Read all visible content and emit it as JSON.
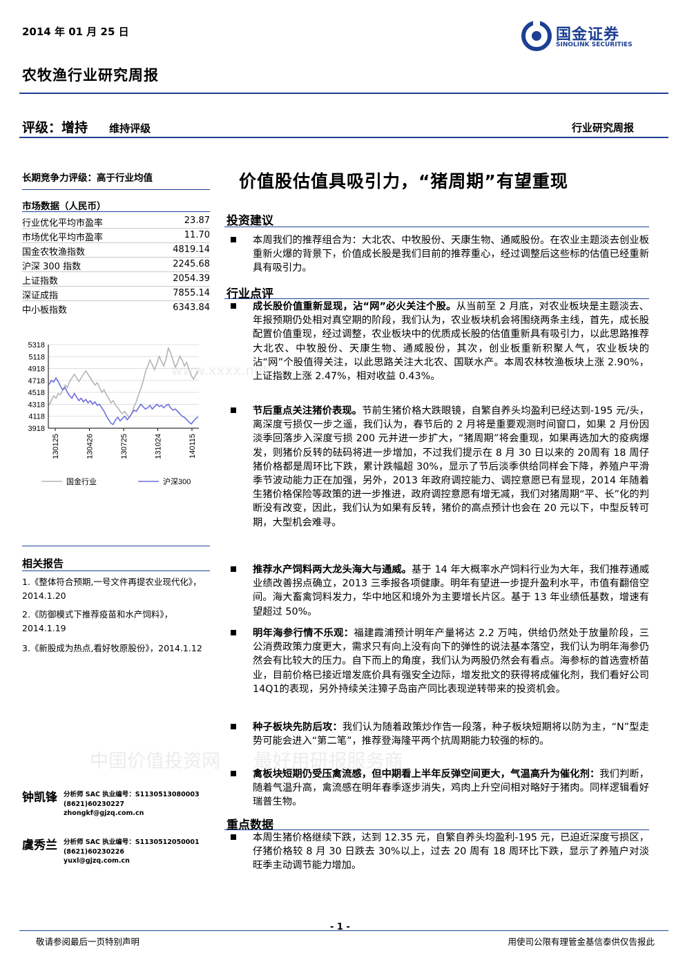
{
  "header": {
    "date": "2014 年 01 月 25 日",
    "report_title": "农牧渔行业研究周报",
    "logo_cn": "国金证券",
    "logo_en": "SINOLINK SECURITIES",
    "rating_label": "评级：",
    "rating_value": "增持",
    "rating_note": "维持评级",
    "report_type": "行业研究周报"
  },
  "sidebar": {
    "long_term_rating": "长期竞争力评级：高于行业均值",
    "market_title": "市场数据（人民币）",
    "market_rows": [
      {
        "label": "行业优化平均市盈率",
        "value": "23.87"
      },
      {
        "label": "市场优化平均市盈率",
        "value": "11.70"
      },
      {
        "label": "国金农牧渔指数",
        "value": "4819.14"
      },
      {
        "label": "沪深 300 指数",
        "value": "2245.68"
      },
      {
        "label": "上证指数",
        "value": "2054.39"
      },
      {
        "label": "深证成指",
        "value": "7855.14"
      },
      {
        "label": "中小板指数",
        "value": "6343.84"
      }
    ],
    "related_title": "相关报告",
    "related_reports": [
      "1.《整体符合预期,一号文件再提农业现代化》，2014.1.20",
      "2.《防御模式下推荐疫苗和水产饲料》，2014.1.19",
      "3.《新股成为热点,看好牧原股份》，2014.1.12"
    ],
    "analysts": [
      {
        "name": "钟凯锋",
        "role": "分析师 SAC 执业编号：S1130513080003",
        "phone": "(8621)60230227",
        "email": "zhongkf@gjzq.com.cn"
      },
      {
        "name": "虞秀兰",
        "role": "分析师 SAC 执业编号：S1130512050001",
        "phone": "(8621)60230226",
        "email": "yuxl@gjzq.com.cn"
      }
    ]
  },
  "chart_data": {
    "type": "line",
    "y_ticks": [
      "5318",
      "5118",
      "4918",
      "4718",
      "4518",
      "4318",
      "4118",
      "3918"
    ],
    "ylim": [
      3918,
      5318
    ],
    "x_ticks": [
      "130125",
      "130426",
      "130725",
      "131024",
      "140115"
    ],
    "series": [
      {
        "name": "国金行业",
        "color": "#b4b4b4",
        "values": [
          4300,
          4380,
          4460,
          4420,
          4500,
          4480,
          4560,
          4640,
          4600,
          4700,
          4760,
          4820,
          4760,
          4700,
          4760,
          4820,
          4880,
          4820,
          4760,
          4700,
          4640,
          4680,
          4600,
          4520,
          4560,
          4480,
          4420,
          4340,
          4380,
          4300,
          4260,
          4200,
          4160,
          4200,
          4140,
          4100,
          4160,
          4280,
          4360,
          4480,
          4580,
          4700,
          4860,
          4960,
          5060,
          4980,
          4900,
          5000,
          5120,
          5040,
          4960,
          5080,
          5260,
          5180,
          5060,
          4940,
          5010,
          5120,
          5060,
          4960,
          5020,
          4900,
          4800,
          4740,
          4820,
          4880
        ]
      },
      {
        "name": "沪深300",
        "color": "#6a6fdc",
        "values": [
          4650,
          4720,
          4690,
          4760,
          4700,
          4620,
          4560,
          4600,
          4520,
          4460,
          4420,
          4500,
          4440,
          4380,
          4420,
          4360,
          4400,
          4340,
          4380,
          4320,
          4360,
          4300,
          4320,
          4260,
          4200,
          4120,
          4060,
          4000,
          3980,
          4060,
          4100,
          4040,
          4080,
          4120,
          4060,
          4100,
          4160,
          4220,
          4200,
          4260,
          4320,
          4280,
          4240,
          4260,
          4300,
          4240,
          4280,
          4320,
          4280,
          4300,
          4260,
          4300,
          4320,
          4260,
          4220,
          4240,
          4200,
          4160,
          4120,
          4100,
          4060,
          4020,
          3990,
          4040,
          4080,
          4110
        ]
      }
    ]
  },
  "main": {
    "headline": "价值股估值具吸引力，“猪周期”有望重现",
    "sections": [
      {
        "heading": "投资建议",
        "items": [
          {
            "lead": "",
            "text": "本周我们的推荐组合为：大北农、中牧股份、天康生物、通威股份。在农业主题淡去创业板重新火爆的背景下，价值成长股是我们目前的推荐重心，经过调整后这些标的估值已经重新具有吸引力。"
          }
        ]
      },
      {
        "heading": "行业点评",
        "items": [
          {
            "lead": "成长股价值重新显现，沾“网”必火关注个股。",
            "text": "从当前至 2 月底，对农业板块是主题淡去、年报预期仍处相对真空期的阶段，我们认为，农业板块机会将围绕两条主线，首先，成长股配置价值重现，经过调整，农业板块中的优质成长股的估值重新具有吸引力，以此思路推荐大北农、中牧股份、天康生物、通威股份，其次，创业板重新积聚人气，农业板块的沾“网”个股值得关注，以此思路关注大北农、国联水产。本周农林牧渔板块上涨 2.90%，上证指数上涨 2.47%，相对收益 0.43%。"
          },
          {
            "lead": "节后重点关注猪价表现。",
            "text": "节前生猪价格大跌眼镜，自繁自养头均盈利已经达到-195 元/头，离深度亏损仅一步之遥，我们认为，春节后的 2 月将是重要观测时间窗口，如果 2 月份因淡季回落步入深度亏损 200 元并进一步扩大，“猪周期”将会重现，如果再选加大的疫病爆发，则猪价反转的砝码将进一步增加，不过我们提示在 8 月 30 日以来的 20周有 18 周仔猪价格都是周环比下跌，累计跌幅超 30%，显示了节后淡季供给同样会下降，养殖户平滑季节波动能力正在加强，另外，2013 年政府调控能力、调控意愿已有显现，2014 年随着生猪价格保险等政策的进一步推进，政府调控意愿有增无减，我们对猪周期“平、长”化的判断没有改变，因此，我们认为如果有反转，猪价的高点预计也会在 20 元以下，中型反转可期，大型机会难寻。"
          },
          {
            "lead": "推荐水产饲料两大龙头海大与通威。",
            "text": "基于 14 年大概率水产饲料行业为大年，我们推荐通威业绩改善拐点确立，2013 三季报各项健康。明年有望进一步提升盈利水平，市值有翻倍空间。海大畜禽饲料发力，华中地区和境外为主要增长片区。基于 13 年业绩低基数，增速有望超过 50%。"
          },
          {
            "lead": "明年海参行情不乐观：",
            "text": "福建霞浦预计明年产量将达 2.2 万吨，供给仍然处于放量阶段，三公消费政策力度更大，需求只有向上没有向下的弹性的说法基本落空，我们认为明年海参仍然会有比较大的压力。自下而上的角度，我们认为两股仍然会有看点。海参标的首选壹桥苗业，目前价格已接近增发底价具有强安全边际，增发批文的获得将成催化剂，我们看好公司 14Q1的表现，另外持续关注獐子岛亩产同比表现逆转带来的投资机会。"
          },
          {
            "lead": "种子板块先防后攻：",
            "text": "我们认为随着政策炒作告一段落，种子板块短期将以防为主，“N”型走势可能会进入“第二笔”，推荐登海隆平两个抗周期能力较强的标的。"
          },
          {
            "lead": "禽板块短期仍受压禽流感，但中期看上半年反弹空间更大，气温高升为催化剂：",
            "text": "我们判断，随着气温升高，禽流感在明年春季逐步消失，鸡肉上升空间相对略好于猪肉。同样逻辑看好瑞普生物。"
          }
        ]
      },
      {
        "heading": "重点数据",
        "items": [
          {
            "lead": "",
            "text": "本周生猪价格继续下跌，达到 12.35 元，自繁自养头均盈利-195 元，已迫近深度亏损区，仔猪价格较 8 月 30 日跌去 30%以上，过去 20 周有 18 周环比下跌，显示了养殖户对淡旺季主动调节能力增加。"
          }
        ]
      }
    ]
  },
  "footer": {
    "page_number": "- 1 -",
    "disclaimer_left": "敬请参阅最后一页特别声明",
    "disclaimer_right": "用使司公限有理管金基信泰供仅告报此"
  },
  "watermark": {
    "text1": "中国价值投资网",
    "text2": "最好用研报服务商",
    "url": "www.xxxx.net"
  },
  "colors": {
    "rule_blue": "#1c3f94",
    "logo_blue": "#1c3f94",
    "line_gray": "#b4b4b4",
    "line_blue": "#6a6fdc"
  }
}
